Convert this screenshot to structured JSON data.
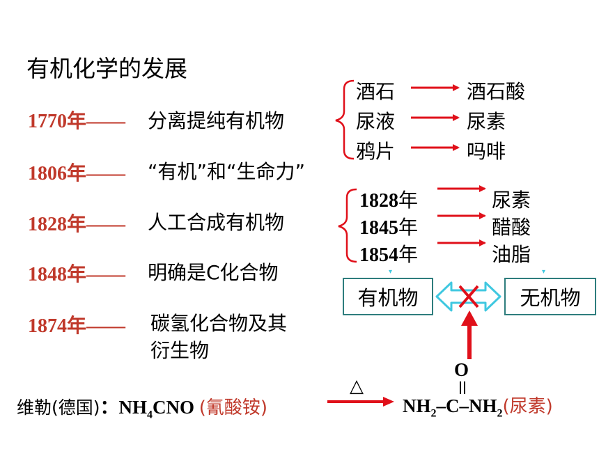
{
  "title": "有机化学的发展",
  "timeline": [
    {
      "year": "1770年",
      "dash": "——",
      "desc": "分离提纯有机物"
    },
    {
      "year": "1806年",
      "dash": "——",
      "desc": "“有机”和“生命力”"
    },
    {
      "year": "1828年",
      "dash": "——",
      "desc": "人工合成有机物"
    },
    {
      "year": "1848年",
      "dash": "——",
      "desc": "明确是C化合物"
    },
    {
      "year": "1874年",
      "dash": "——",
      "desc": "碳氢化合物及其",
      "desc2": "衍生物"
    }
  ],
  "extractions": [
    {
      "from": "酒石",
      "to": "酒石酸"
    },
    {
      "from": "尿液",
      "to": "尿素"
    },
    {
      "from": "鸦片",
      "to": "吗啡"
    }
  ],
  "syntheses": [
    {
      "year": "1828",
      "unit": "年",
      "product": "尿素"
    },
    {
      "year": "1845",
      "unit": "年",
      "product": "醋酸"
    },
    {
      "year": "1854",
      "unit": "年",
      "product": "油脂"
    }
  ],
  "boxes": {
    "left": "有机物",
    "right": "无机物"
  },
  "equation": {
    "scientist": "维勒(德国)",
    "colon": "：",
    "reactant_a": "NH",
    "reactant_sub": "4",
    "reactant_b": "CNO",
    "reactant_name": "(氰酸铵)",
    "condition": "△",
    "product_a": "NH",
    "product_sub1": "2",
    "product_b": "–C–NH",
    "product_sub2": "2",
    "product_o": "O",
    "product_name": "(尿素)"
  },
  "colors": {
    "accent_red": "#c0392b",
    "arrow_red": "#e0101a",
    "box_border": "#2e7d7d",
    "cyan": "#40c8e0"
  }
}
